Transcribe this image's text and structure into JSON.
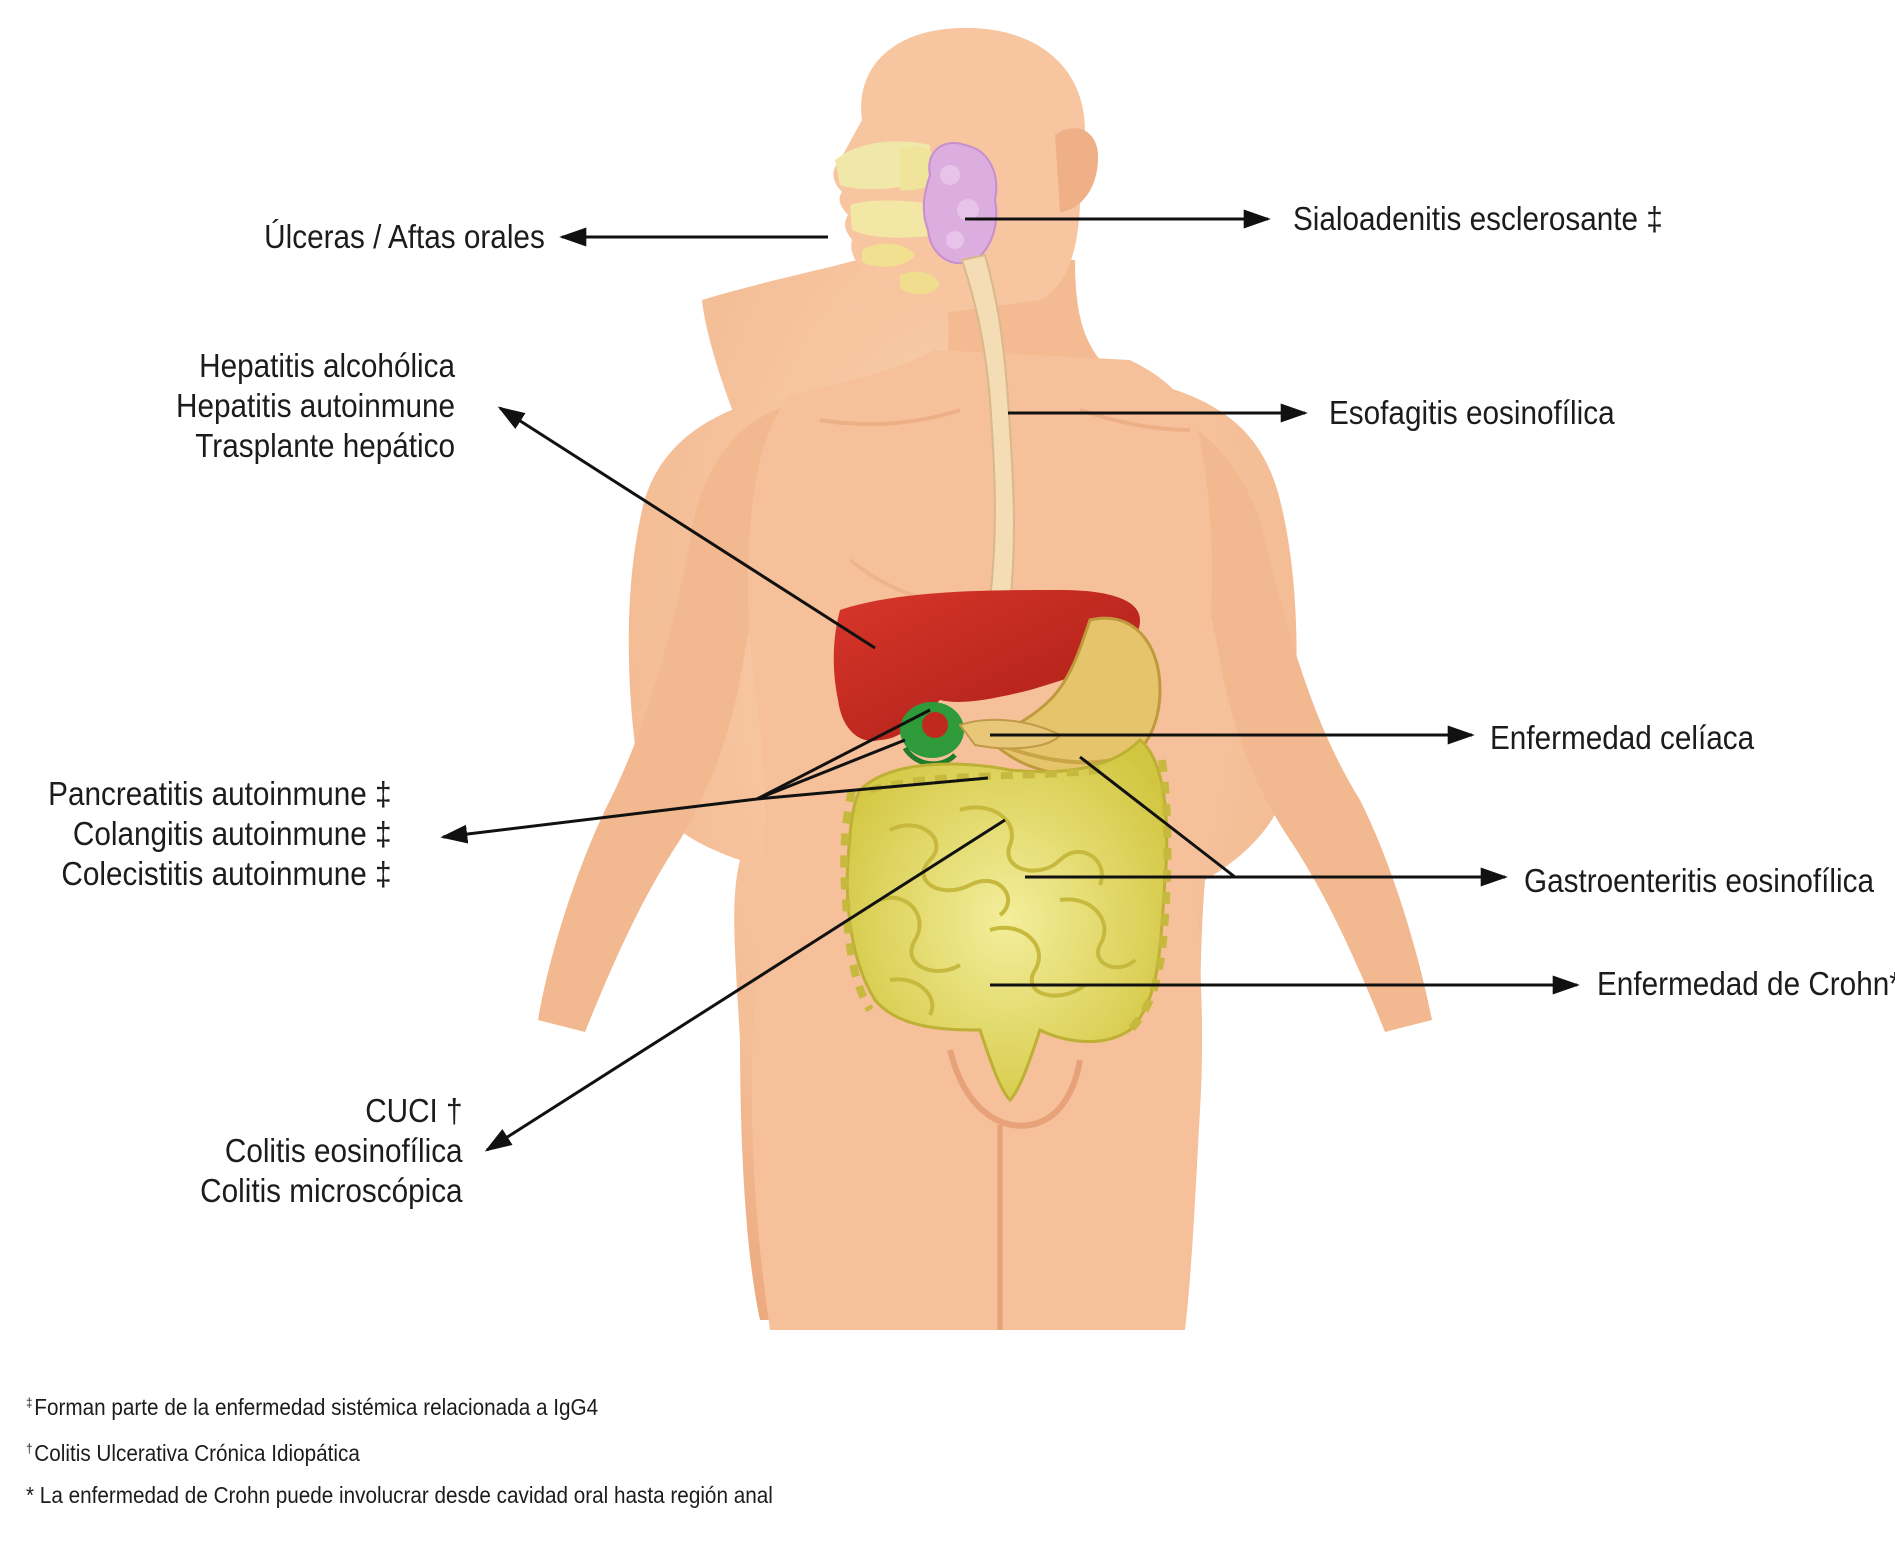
{
  "labels": {
    "oral": "Úlceras / Aftas orales",
    "sialo": "Sialoadenitis esclerosante ‡",
    "hep1": "Hepatitis alcohólica",
    "hep2": "Hepatitis autoinmune",
    "hep3": "Trasplante hepático",
    "esof": "Esofagitis eosinofílica",
    "celiac": "Enfermedad celíaca",
    "panc1": "Pancreatitis autoinmune ‡",
    "panc2": "Colangitis autoinmune ‡",
    "panc3": "Colecistitis autoinmune ‡",
    "gastro": "Gastroenteritis eosinofílica",
    "crohn": "Enfermedad de Crohn*",
    "col1": "CUCI †",
    "col2": "Colitis eosinofílica",
    "col3": "Colitis microscópica"
  },
  "footnotes": [
    {
      "mark": "‡",
      "text": "Forman parte de la enfermedad sistémica relacionada a IgG4"
    },
    {
      "mark": "†",
      "text": "Colitis Ulcerativa Crónica Idiopática"
    },
    {
      "mark": "",
      "text": "* La enfermedad de Crohn puede involucrar desde cavidad oral hasta región anal"
    }
  ],
  "colors": {
    "skin": "#f6c29c",
    "skin_shadow": "#e9a47a",
    "liver": "#c8281e",
    "gallbladder": "#2f9b3a",
    "stomach": "#e8c872",
    "intestine": "#ece36a",
    "intestine_shadow": "#c7bb3a",
    "salivary": "#d8a8dc",
    "esophagus": "#f4dcb4",
    "lines": "#111111"
  }
}
